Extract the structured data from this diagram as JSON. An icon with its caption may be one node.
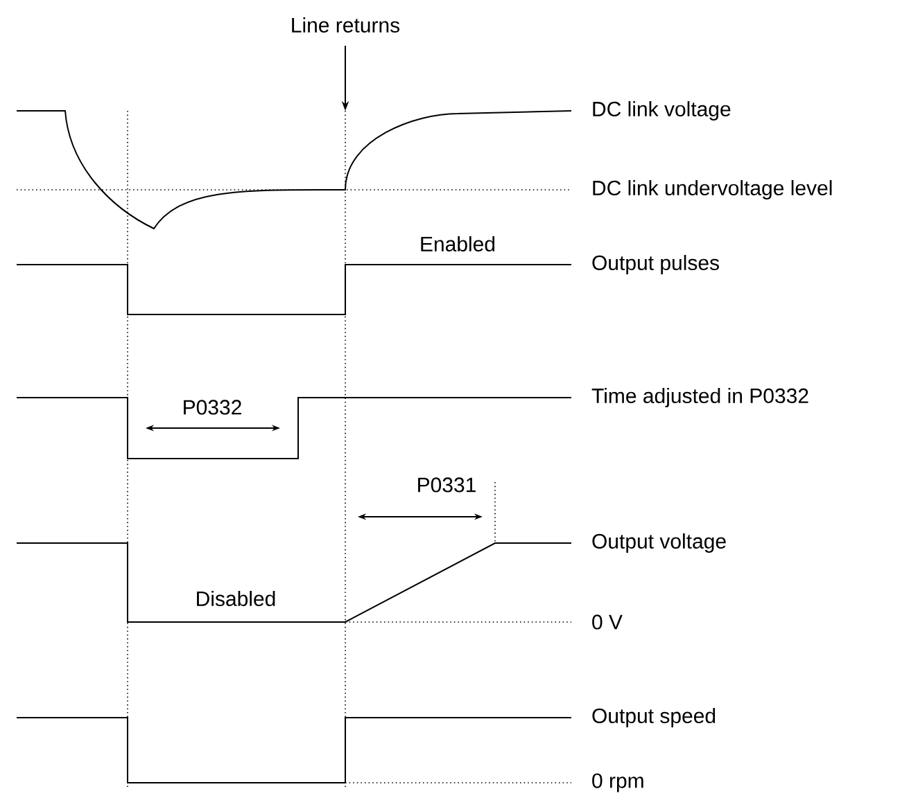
{
  "diagram": {
    "labels": [
      "Line returns",
      "DC link voltage",
      "DC link undervoltage level",
      "Enabled",
      "Output pulses",
      "P0332",
      "Time adjusted in P0332",
      "P0331",
      "Output voltage",
      "Disabled",
      "0 V",
      "Output speed",
      "0 rpm"
    ]
  }
}
